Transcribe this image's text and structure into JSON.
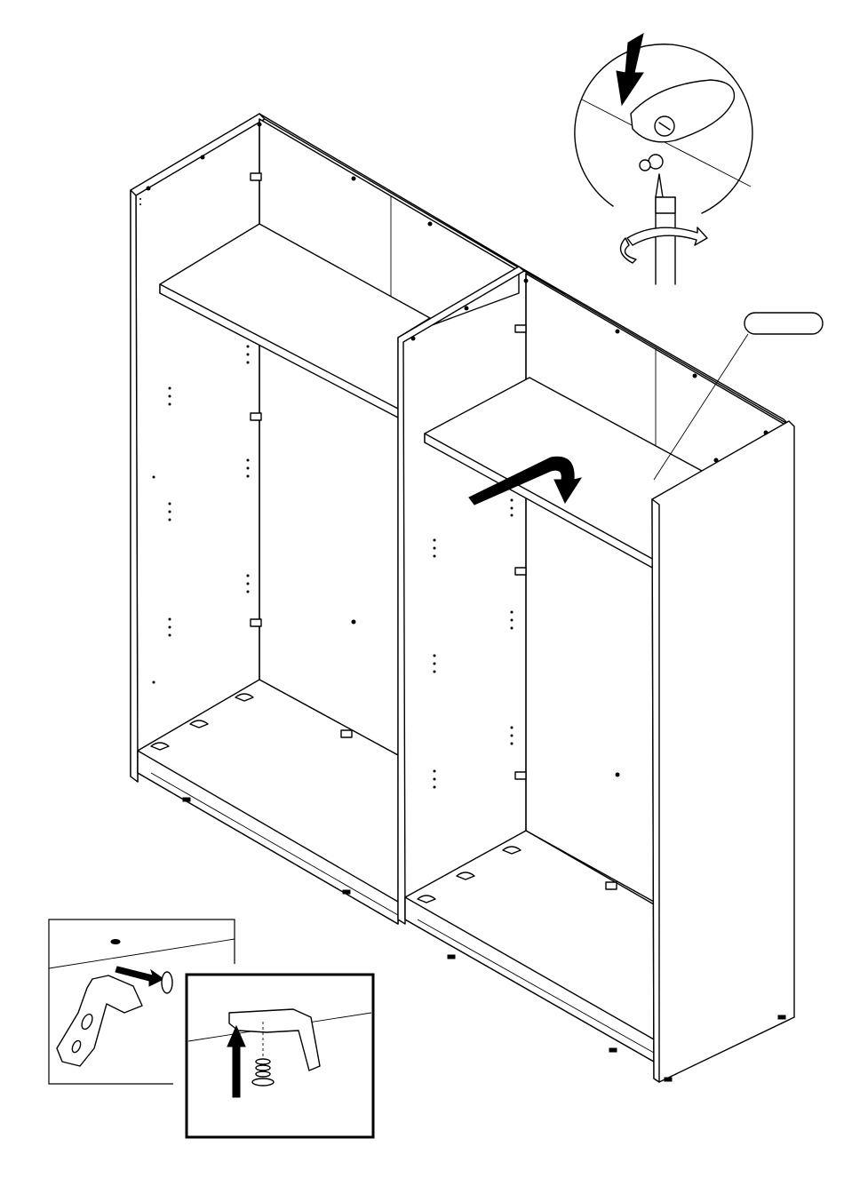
{
  "figure": {
    "kind": "assembly-instruction",
    "label_callout_text": "",
    "colors": {
      "ink": "#000000",
      "paper": "#ffffff"
    },
    "icons": [
      "cam-lock-detail",
      "screwdriver-icon",
      "rotation-arrow-icon",
      "flip-shelf-arrow-icon",
      "leveling-foot-detail",
      "up-arrow-icon",
      "glide-cap-detail"
    ]
  }
}
